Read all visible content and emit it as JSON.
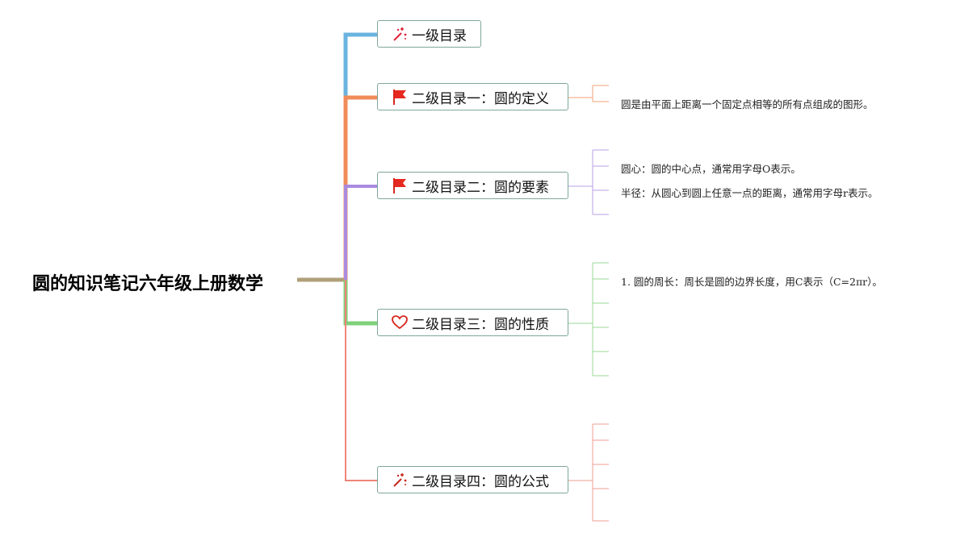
{
  "root": {
    "title": "圆的知识笔记六年级上册数学"
  },
  "branches": [
    {
      "label": "一级目录",
      "icon": "magic-wand-icon",
      "color": "#6bb3e0"
    },
    {
      "label": "二级目录一：圆的定义",
      "icon": "red-flag-icon",
      "color": "#f08c5a",
      "notes": [
        "圆是由平面上距离一个固定点相等的所有点组成的图形。"
      ]
    },
    {
      "label": "二级目录二：圆的要素",
      "icon": "red-flag-icon",
      "color": "#a98be0",
      "notes": [
        "圆心：圆的中心点，通常用字母O表示。",
        "半径：从圆心到圆上任意一点的距离，通常用字母r表示。"
      ]
    },
    {
      "label": "二级目录三：圆的性质",
      "icon": "heart-outline-icon",
      "color": "#7fd07a",
      "notes": [
        "1. 圆的周长：周长是圆的边界长度，用C表示（C=2πr）。"
      ]
    },
    {
      "label": "二级目录四：圆的公式",
      "icon": "magic-wand-icon",
      "color": "#ee8479"
    }
  ],
  "colors": {
    "root_line": "#b0a07a",
    "node_border": "#7fa79b"
  }
}
